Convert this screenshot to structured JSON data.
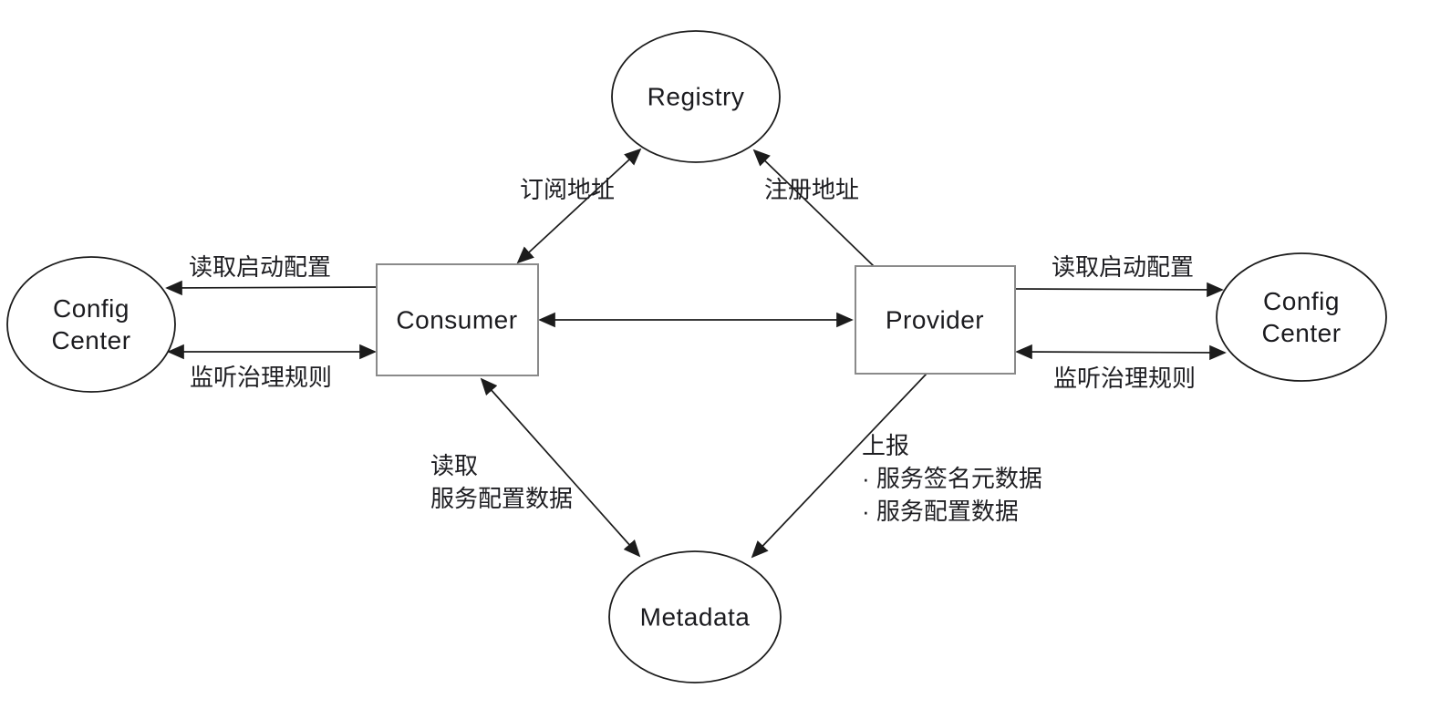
{
  "diagram": {
    "nodes": {
      "registry": {
        "label": "Registry"
      },
      "consumer": {
        "label": "Consumer"
      },
      "provider": {
        "label": "Provider"
      },
      "config_center_left": {
        "label": "Config\nCenter"
      },
      "config_center_right": {
        "label": "Config\nCenter"
      },
      "metadata": {
        "label": "Metadata"
      }
    },
    "edge_labels": {
      "subscribe_address": "订阅地址",
      "register_address": "注册地址",
      "read_startup_config_left": "读取启动配置",
      "listen_governance_rules_left": "监听治理规则",
      "read_startup_config_right": "读取启动配置",
      "listen_governance_rules_right": "监听治理规则",
      "read_service_config": "读取\n服务配置数据",
      "report_service_data": "上报\n· 服务签名元数据\n· 服务配置数据"
    },
    "colors": {
      "line": "#1c1c1c",
      "ellipse_stroke": "#1c1c1c",
      "rect_stroke": "#8a8a8a",
      "text": "#1b1b1f",
      "background": "#ffffff"
    }
  }
}
